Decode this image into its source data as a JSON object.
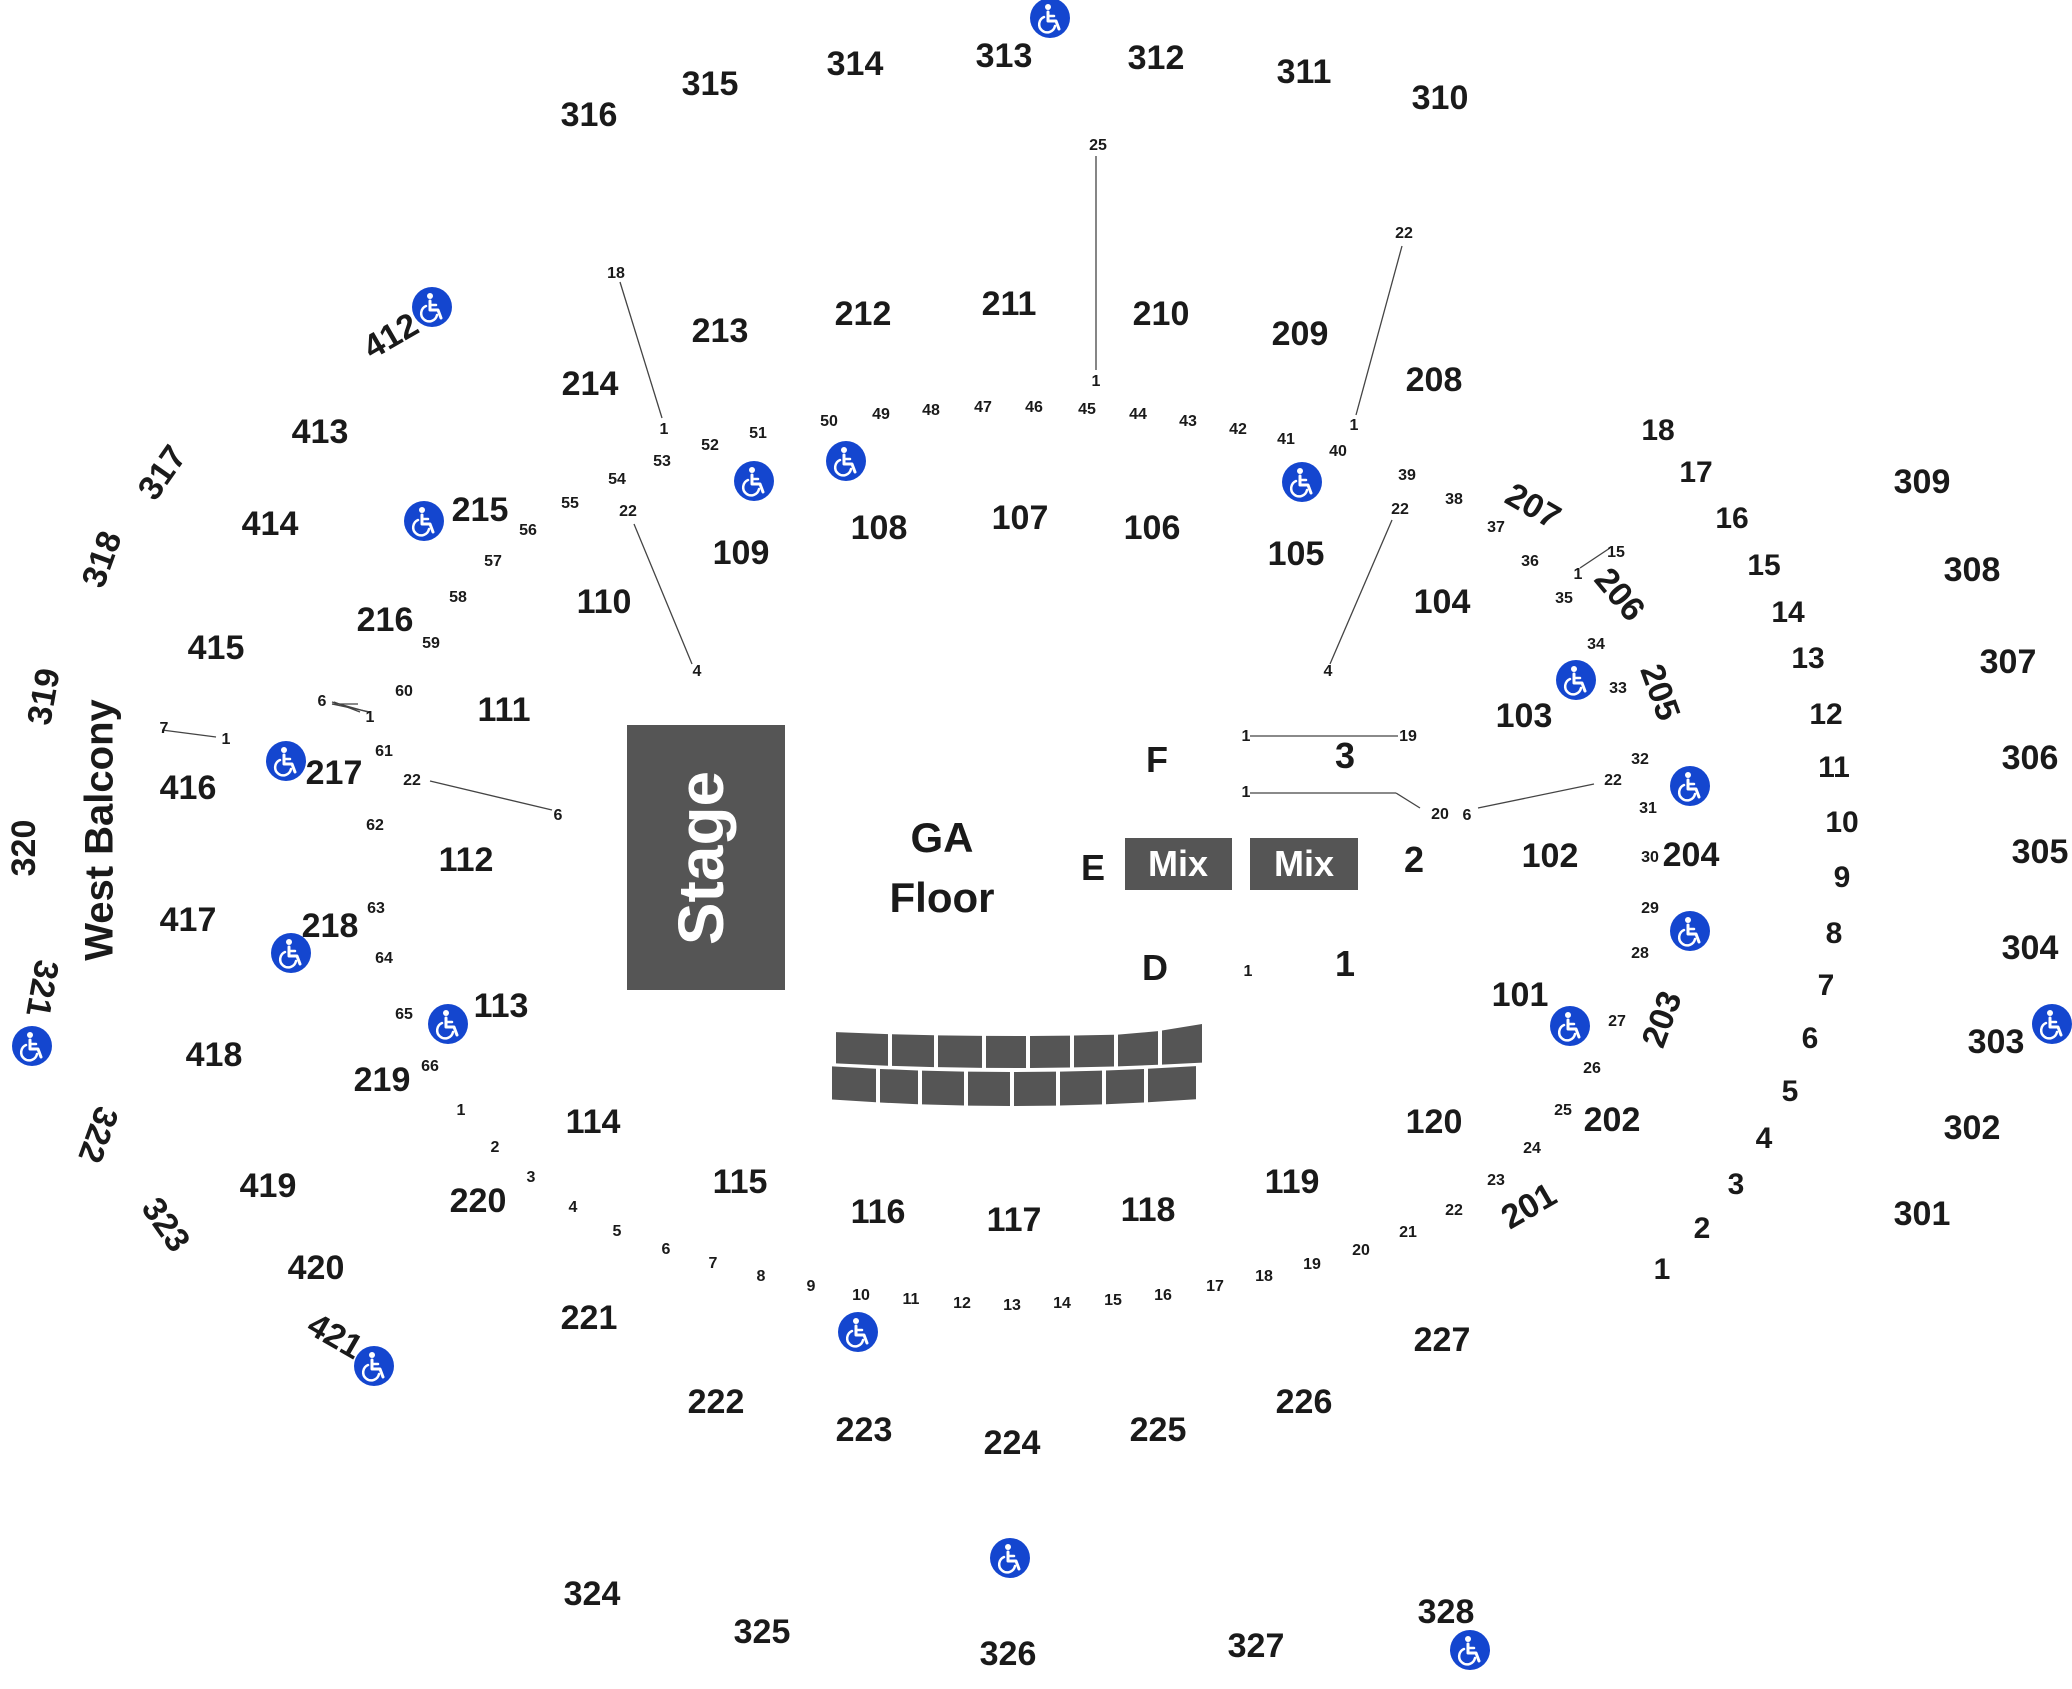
{
  "labels": {
    "stage": "Stage",
    "ga_line1": "GA",
    "ga_line2": "Floor",
    "mix_left": "Mix",
    "mix_right": "Mix",
    "west_balcony": "West Balcony",
    "row_f": "F",
    "row_e": "E",
    "row_d": "D",
    "floor_3": "3",
    "floor_2": "2",
    "floor_1": "1"
  },
  "colors": {
    "stage_fill": "#555555",
    "wheelchair_blue": "#1446cf",
    "text": "#1a1a1a"
  },
  "accessible_icon": "wheelchair-icon",
  "sections_100": [
    "101",
    "102",
    "103",
    "104",
    "105",
    "106",
    "107",
    "108",
    "109",
    "110",
    "111",
    "112",
    "113",
    "114",
    "115",
    "116",
    "117",
    "118",
    "119",
    "120"
  ],
  "sections_200": [
    "201",
    "202",
    "203",
    "204",
    "205",
    "206",
    "207",
    "208",
    "209",
    "210",
    "211",
    "212",
    "213",
    "214",
    "215",
    "216",
    "217",
    "218",
    "219",
    "220",
    "221",
    "222",
    "223",
    "224",
    "225",
    "226",
    "227"
  ],
  "sections_300": [
    "301",
    "302",
    "303",
    "304",
    "305",
    "306",
    "307",
    "308",
    "309",
    "310",
    "311",
    "312",
    "313",
    "314",
    "315",
    "316",
    "317",
    "318",
    "319",
    "320",
    "321",
    "322",
    "323",
    "324",
    "325",
    "326",
    "327",
    "328"
  ],
  "sections_400": [
    "412",
    "413",
    "414",
    "415",
    "416",
    "417",
    "418",
    "419",
    "420",
    "421"
  ],
  "east_sections": [
    "1",
    "2",
    "3",
    "4",
    "5",
    "6",
    "7",
    "8",
    "9",
    "10",
    "11",
    "12",
    "13",
    "14",
    "15",
    "16",
    "17",
    "18"
  ]
}
